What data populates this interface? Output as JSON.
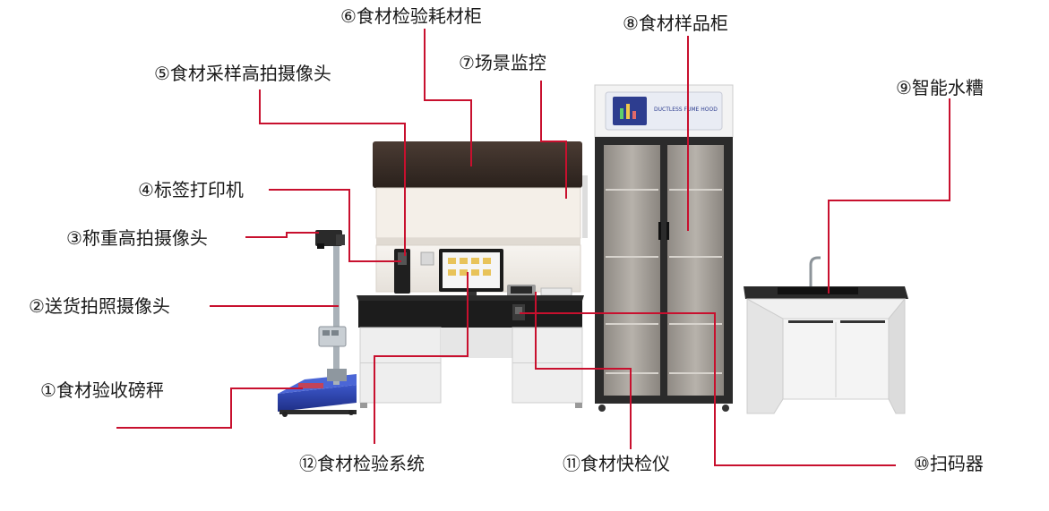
{
  "labels": {
    "l1": "①食材验收磅秤",
    "l2": "②送货拍照摄像头",
    "l3": "③称重高拍摄像头",
    "l4": "④标签打印机",
    "l5": "⑤食材采样高拍摄像头",
    "l6": "⑥食材检验耗材柜",
    "l7": "⑦场景监控",
    "l8": "⑧食材样品柜",
    "l9": "⑨智能水糟",
    "l10": "⑩扫码器",
    "l11": "⑪食材快检仪",
    "l12": "⑫食材检验系统"
  },
  "cabinet_brand": "DUCTLESS FUME HOOD",
  "colors": {
    "leader_line": "#c8102e",
    "hood_top": "#3a2e28",
    "counter_black": "#1c1c1c",
    "cabinet_white": "#f1f1f1",
    "scale_blue": "#2a3fa8",
    "sample_cabinet_frame": "#2b2b2b",
    "brand_panel": "#2d3d8f"
  }
}
